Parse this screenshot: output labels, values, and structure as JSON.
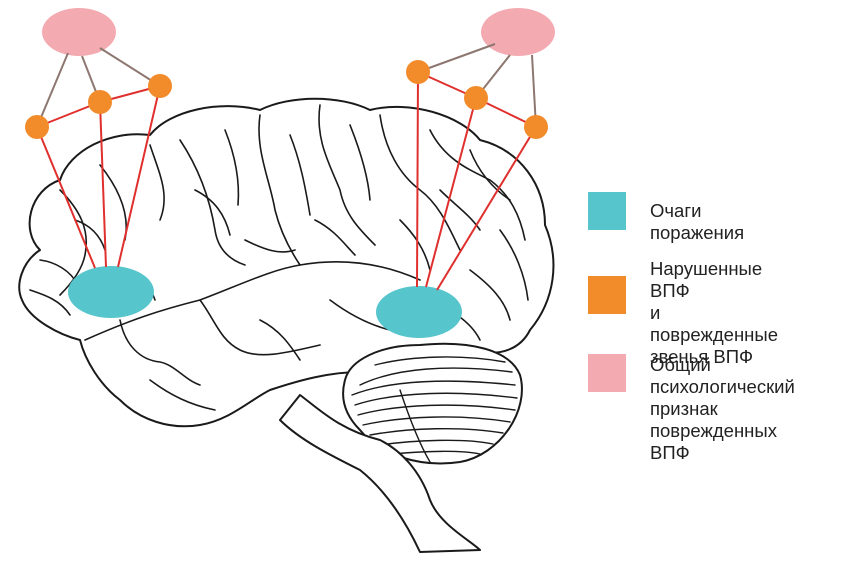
{
  "legend": {
    "items": [
      {
        "label": "Очаги поражения",
        "color": "#56c5cc"
      },
      {
        "label": "Нарушенные ВПФ\nи поврежденные\nзвенья ВПФ",
        "color": "#f28b2a"
      },
      {
        "label": "Общий\nпсихологический\nпризнак\nповрежденных ВПФ",
        "color": "#f4aab1"
      }
    ]
  },
  "colors": {
    "lesion": "#56c5cc",
    "node": "#f28b2a",
    "symptom": "#f4aab1",
    "red_link": "#e0302e",
    "brown_link": "#8d7770",
    "outline": "#1a1a1a"
  }
}
